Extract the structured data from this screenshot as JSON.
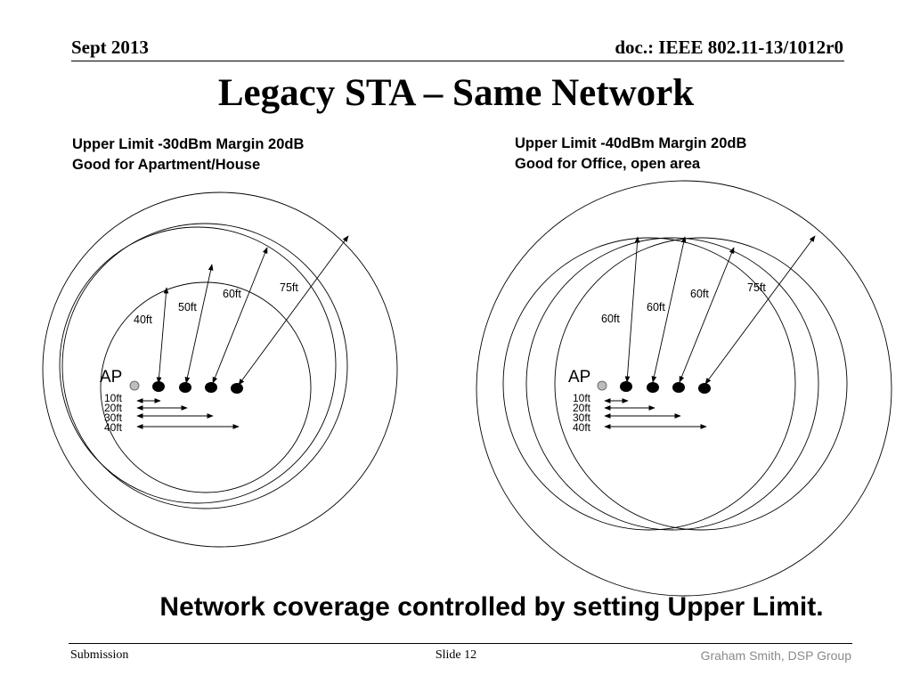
{
  "header": {
    "date": "Sept 2013",
    "doc_id": "doc.: IEEE 802.11-13/1012r0"
  },
  "title": "Legacy STA – Same Network",
  "left_panel": {
    "caption_line1": "Upper Limit -30dBm Margin 20dB",
    "caption_line2": "Good for Apartment/House",
    "ap_label": "AP",
    "range_labels": [
      "40ft",
      "50ft",
      "60ft",
      "75ft"
    ],
    "distance_labels": [
      "10ft",
      "20ft",
      "30ft",
      "40ft"
    ]
  },
  "right_panel": {
    "caption_line1": "Upper Limit -40dBm Margin 20dB",
    "caption_line2": "Good for Office, open area",
    "ap_label": "AP",
    "range_labels": [
      "60ft",
      "60ft",
      "60ft",
      "75ft"
    ],
    "distance_labels": [
      "10ft",
      "20ft",
      "30ft",
      "40ft"
    ]
  },
  "conclusion": "Network coverage controlled by setting Upper Limit.",
  "footer": {
    "left": "Submission",
    "center": "Slide 12",
    "right": "Graham Smith, DSP Group"
  }
}
